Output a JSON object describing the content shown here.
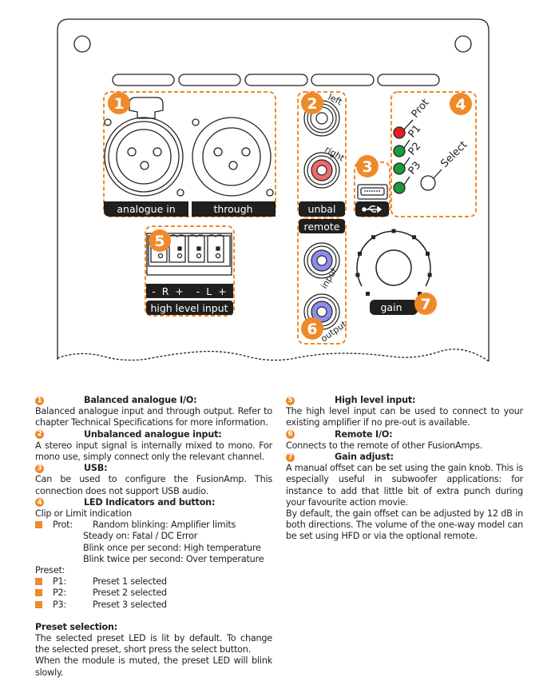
{
  "diagram": {
    "labels": {
      "analogue_in": "analogue in",
      "through": "through",
      "unbal": "unbal",
      "left": "left",
      "right": "right",
      "remote": "remote",
      "input": "input",
      "output": "output",
      "prot": "Prot",
      "p1": "P1",
      "p2": "P2",
      "p3": "P3",
      "select": "Select",
      "terminals": "-  R  +    -  L  +",
      "high_level_input": "high level input",
      "gain": "gain"
    },
    "badges": [
      "1",
      "2",
      "3",
      "4",
      "5",
      "6",
      "7"
    ],
    "colors": {
      "accent": "#ef8a2a",
      "led_prot": "#e02020",
      "led_preset": "#1a9a3a",
      "rca_right": "#f06a6a",
      "rca_remote": "#8c8cf0",
      "label_bg": "#1f1f1f"
    }
  },
  "sections": {
    "s1": {
      "num": "1",
      "title": "Balanced analogue I/O:",
      "body": "Balanced analogue input and through output. Refer to chapter Technical Specifications for more information."
    },
    "s2": {
      "num": "2",
      "title": "Unbalanced analogue input:",
      "body": "A stereo input signal is internally mixed to mono. For mono use, simply connect only the relevant channel."
    },
    "s3": {
      "num": "3",
      "title": "USB:",
      "body": "Can be used to configure the FusionAmp. This connection does not support USB audio."
    },
    "s4": {
      "num": "4",
      "title": "LED Indicators and button:",
      "intro": "Clip or Limit indication",
      "prot_key": "Prot:",
      "prot_lines": [
        "Random blinking: Amplifier limits",
        "Steady on: Fatal / DC Error",
        "Blink once per second: High temperature",
        "Blink twice per second: Over temperature"
      ],
      "preset_label": "Preset:",
      "presets": [
        {
          "key": "P1:",
          "text": "Preset 1 selected"
        },
        {
          "key": "P2:",
          "text": "Preset 2 selected"
        },
        {
          "key": "P3:",
          "text": "Preset 3 selected"
        }
      ],
      "preset_sel_title": "Preset selection:",
      "preset_sel_body": "The selected preset LED is lit by default. To change the selected preset, short press the select button.",
      "muted_body": "When the module is muted, the preset LED will blink slowly."
    },
    "s5": {
      "num": "5",
      "title": "High level input:",
      "body": "The high level input can be used to connect to your existing amplifier if no pre-out is available."
    },
    "s6": {
      "num": "6",
      "title": "Remote I/O:",
      "body": "Connects to the remote of other FusionAmps."
    },
    "s7": {
      "num": "7",
      "title": "Gain adjust:",
      "body": "A manual offset can be set using the gain knob. This is especially useful in subwoofer applications: for instance to add that little bit of extra punch during your favourite action movie.",
      "body2": "By default, the gain offset can be adjusted by 12 dB in both directions. The volume of the one-way model can be set using HFD or via the optional remote."
    }
  }
}
